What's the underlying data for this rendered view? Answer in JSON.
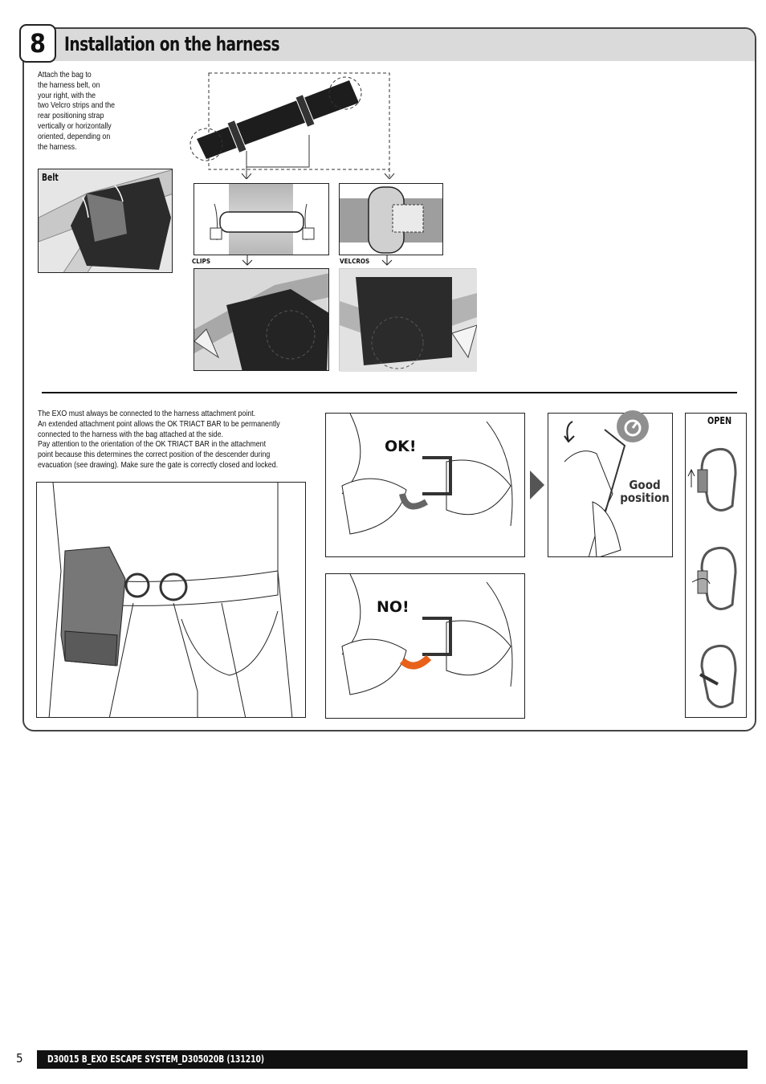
{
  "step": {
    "number": "8",
    "title": "Installation on the harness"
  },
  "intro_text": "Attach the bag to the harness belt, on your right, with the two Velcro strips and the rear positioning strap vertically or horizontally oriented, depending on the harness.",
  "labels": {
    "belt": "Belt",
    "clips": "CLIPS",
    "velcros": "VELCROS",
    "ok": "OK!",
    "no": "NO!",
    "good_position": "Good position",
    "open": "OPEN"
  },
  "connection_text": "The EXO must always be connected to the harness attachment point. An extended attachment point allows the OK TRIACT BAR to be permanently connected to the harness with the bag attached at the side. Pay attention to the orientation of the OK TRIACT BAR in the attachment point because this determines the correct position of the descender during evacuation (see drawing). Make sure the gate is correctly closed and locked.",
  "connection_lines": [
    "The EXO must always be connected to the harness attachment point.",
    "An extended attachment point allows the OK TRIACT BAR to be permanently",
    "connected to the harness with the bag attached at the side.",
    "Pay attention to the orientation of the OK TRIACT BAR in the attachment",
    "point because this determines the correct position of the descender during",
    "evacuation (see drawing). Make sure the gate is correctly closed and locked."
  ],
  "intro_lines": [
    "Attach the bag to",
    "the harness belt, on",
    "your right, with the",
    "two Velcro strips and the",
    "rear positioning strap",
    "vertically or horizontally",
    "oriented, depending on",
    "the harness."
  ],
  "footer": {
    "page": "5",
    "document": "D30015 B_EXO ESCAPE SYSTEM_D305020B (131210)"
  },
  "colors": {
    "title_bar": "#dadada",
    "warning_orange": "#e8611a",
    "footer_bg": "#111111"
  },
  "icons": [
    "lock-status-icon",
    "arrow-right-icon"
  ]
}
